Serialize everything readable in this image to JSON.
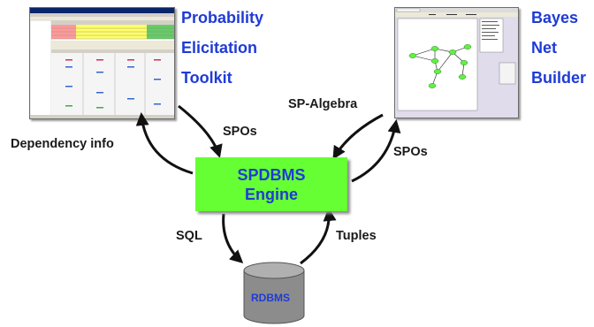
{
  "left_tool": {
    "lines": [
      "Probability",
      "Elicitation",
      "Toolkit"
    ]
  },
  "right_tool": {
    "lines": [
      "Bayes",
      "Net",
      "Builder"
    ]
  },
  "engine": {
    "line1": "SPDBMS",
    "line2": "Engine"
  },
  "database": {
    "label": "RDBMS"
  },
  "edges": {
    "dependency_info": "Dependency info",
    "spos_left": "SPOs",
    "sp_algebra": "SP-Algebra",
    "spos_right": "SPOs",
    "sql": "SQL",
    "tuples": "Tuples"
  },
  "colors": {
    "accent_blue": "#1f3bd6",
    "engine_green": "#66ff33",
    "cylinder_gray": "#8c8c8c"
  }
}
